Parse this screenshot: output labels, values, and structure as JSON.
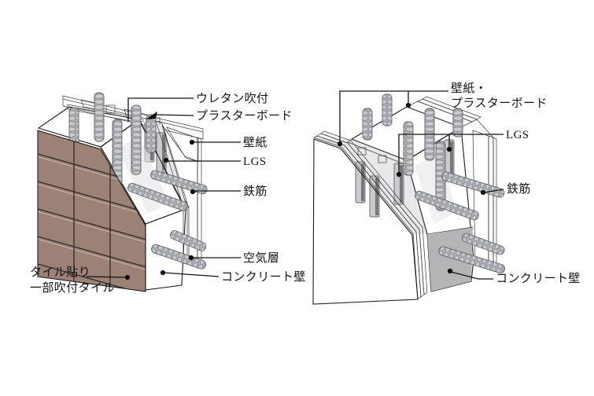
{
  "title": "wall-construction-cutaway-diagrams",
  "colors": {
    "tile": "#9c8177",
    "concrete_top": "#dcdde0",
    "concrete_cut": "#cbcdd0",
    "concrete_front": "#b2b4b8",
    "green": "#6fbe96",
    "blue": "#b7d7ec",
    "cream": "#f4edd6",
    "silver": "#c9cacd",
    "silver_dark": "#75787c",
    "line": "#1c1c1c"
  },
  "labels": {
    "left": {
      "urethane": "ウレタン吹付",
      "plasterboard": "プラスターボード",
      "wallpaper": "壁紙",
      "lgs": "LGS",
      "rebar": "鉄筋",
      "air_layer": "空気層",
      "concrete": "コンクリート壁",
      "tile_line1": "タイル貼り",
      "tile_line2": "一部吹付タイル"
    },
    "right": {
      "wp_line1": "壁紙・",
      "wp_line2": "プラスターボード",
      "lgs": "LGS",
      "rebar": "鉄筋",
      "concrete": "コンクリート壁"
    }
  }
}
